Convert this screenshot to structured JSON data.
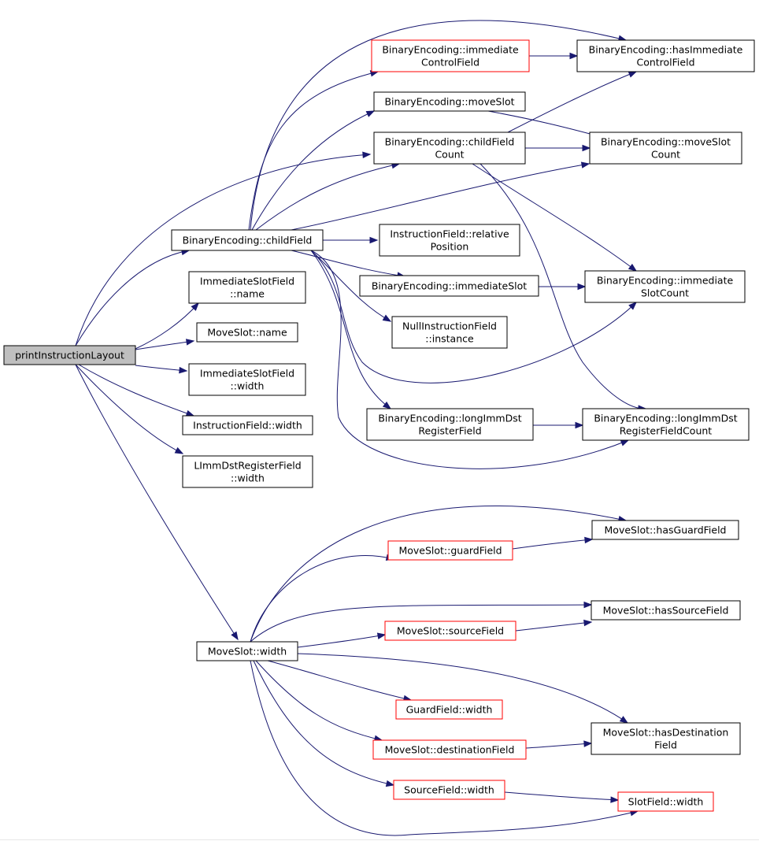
{
  "graph": {
    "nodes": {
      "printInstructionLayout": [
        "printInstructionLayout"
      ],
      "childField": [
        "BinaryEncoding::childField"
      ],
      "immName": [
        "ImmediateSlotField",
        "::name"
      ],
      "moveSlotName": [
        "MoveSlot::name"
      ],
      "immWidth": [
        "ImmediateSlotField",
        "::width"
      ],
      "instrWidth": [
        "InstructionField::width"
      ],
      "limmWidth": [
        "LImmDstRegisterField",
        "::width"
      ],
      "moveSlotWidth": [
        "MoveSlot::width"
      ],
      "immControlField": [
        "BinaryEncoding::immediate",
        "ControlField"
      ],
      "hasImmControlField": [
        "BinaryEncoding::hasImmediate",
        "ControlField"
      ],
      "moveSlot": [
        "BinaryEncoding::moveSlot"
      ],
      "childFieldCount": [
        "BinaryEncoding::childField",
        "Count"
      ],
      "moveSlotCount": [
        "BinaryEncoding::moveSlot",
        "Count"
      ],
      "relativePosition": [
        "InstructionField::relative",
        "Position"
      ],
      "immediateSlot": [
        "BinaryEncoding::immediateSlot"
      ],
      "immediateSlotCount": [
        "BinaryEncoding::immediate",
        "SlotCount"
      ],
      "nullInstance": [
        "NullInstructionField",
        "::instance"
      ],
      "longImmDst": [
        "BinaryEncoding::longImmDst",
        "RegisterField"
      ],
      "longImmDstCount": [
        "BinaryEncoding::longImmDst",
        "RegisterFieldCount"
      ],
      "guardField": [
        "MoveSlot::guardField"
      ],
      "hasGuardField": [
        "MoveSlot::hasGuardField"
      ],
      "sourceField": [
        "MoveSlot::sourceField"
      ],
      "hasSourceField": [
        "MoveSlot::hasSourceField"
      ],
      "guardWidth": [
        "GuardField::width"
      ],
      "destField": [
        "MoveSlot::destinationField"
      ],
      "hasDestField": [
        "MoveSlot::hasDestination",
        "Field"
      ],
      "sourceWidth": [
        "SourceField::width"
      ],
      "slotWidth": [
        "SlotField::width"
      ]
    },
    "edge_color": "#191970",
    "truncated_border_color": "#ff0000",
    "root_fill": "#bfbfbf"
  }
}
